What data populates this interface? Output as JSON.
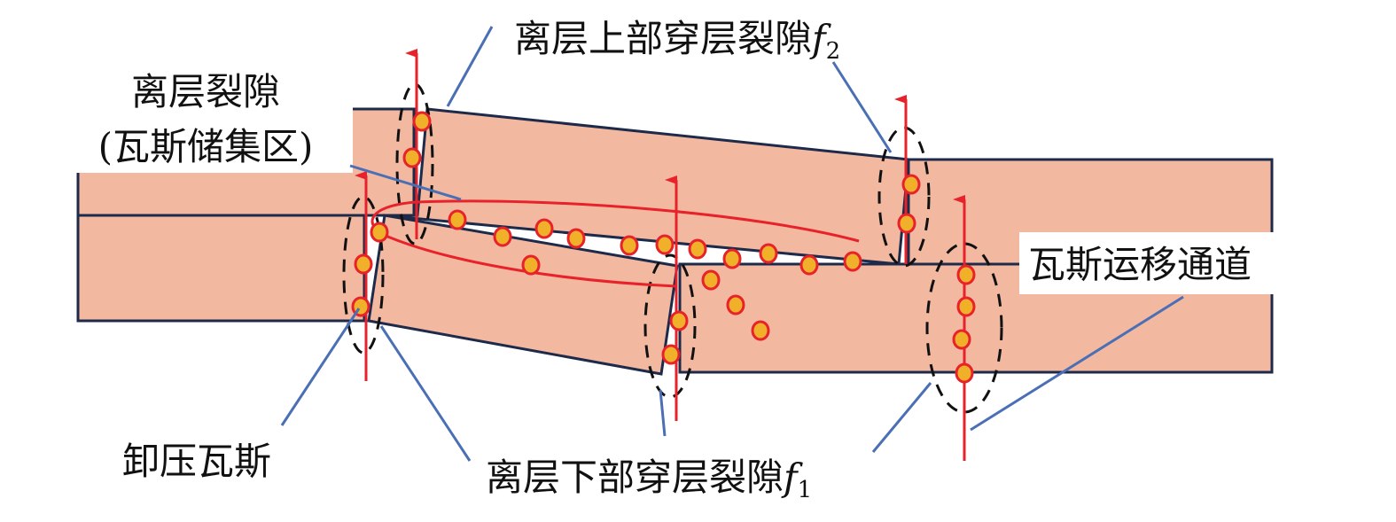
{
  "labels": {
    "upper_fracture": "离层上部穿层裂隙",
    "upper_fracture_var": "f",
    "upper_fracture_sub": "2",
    "separation_fracture_line1": "离层裂隙",
    "separation_fracture_line2": "(瓦斯储集区)",
    "migration_channel": "瓦斯运移通道",
    "relieved_gas": "卸压瓦斯",
    "lower_fracture": "离层下部穿层裂隙",
    "lower_fracture_var": "f",
    "lower_fracture_sub": "1"
  },
  "colors": {
    "rock": "#f2b8a0",
    "outline": "#1e2a4a",
    "arrow": "#e8222a",
    "dot_fill": "#f0b02a",
    "leader": "#4a6fb5"
  }
}
